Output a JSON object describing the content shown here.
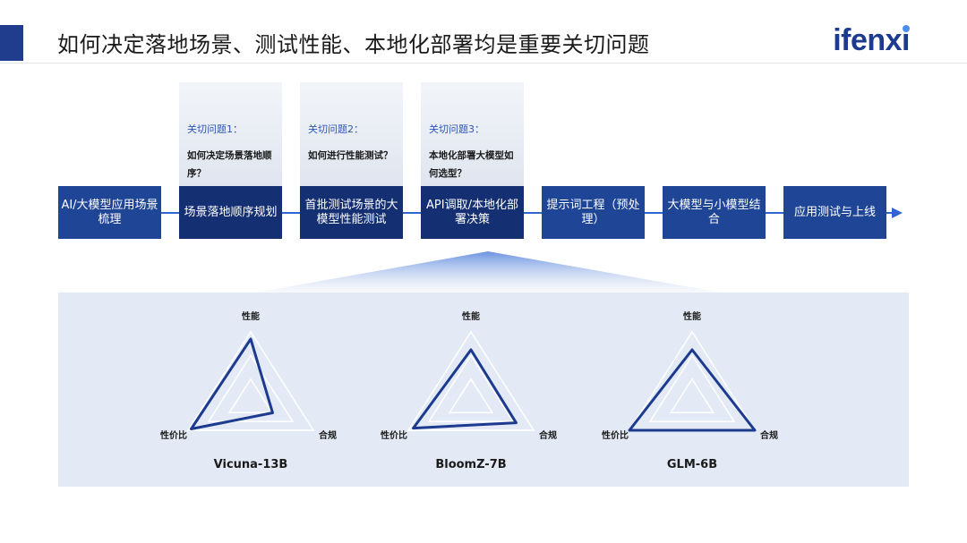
{
  "header": {
    "title": "如何决定落地场景、测试性能、本地化部署均是重要关切问题",
    "logo": "ifenxi"
  },
  "questions": [
    {
      "label": "关切问题1：",
      "text": "如何决定场景落地顺序？"
    },
    {
      "label": "关切问题2：",
      "text": "如何进行性能测试？"
    },
    {
      "label": "关切问题3：",
      "text": "本地化部署大模型如何选型？"
    }
  ],
  "steps": [
    {
      "label": "AI/大模型应用场景梳理",
      "highlight": false
    },
    {
      "label": "场景落地顺序规划",
      "highlight": true
    },
    {
      "label": "首批测试场景的大模型性能测试",
      "highlight": true
    },
    {
      "label": "API调取/本地化部署决策",
      "highlight": true
    },
    {
      "label": "提示词工程（预处理）",
      "highlight": false
    },
    {
      "label": "大模型与小模型结合",
      "highlight": false
    },
    {
      "label": "应用测试与上线",
      "highlight": false
    }
  ],
  "radar_axes": {
    "top": "性能",
    "right": "合规",
    "left": "性价比"
  },
  "models": [
    {
      "name": "Vicuna-13B",
      "scores": {
        "performance": 0.9,
        "compliance": 0.35,
        "value": 0.95
      }
    },
    {
      "name": "BloomZ-7B",
      "scores": {
        "performance": 0.75,
        "compliance": 0.72,
        "value": 0.92
      }
    },
    {
      "name": "GLM-6B",
      "scores": {
        "performance": 0.75,
        "compliance": 1.0,
        "value": 1.0
      }
    }
  ],
  "colors": {
    "primary": "#1f4596",
    "highlight": "#152f73",
    "accent": "#2f66d4",
    "panel": "#e3eaf5"
  }
}
